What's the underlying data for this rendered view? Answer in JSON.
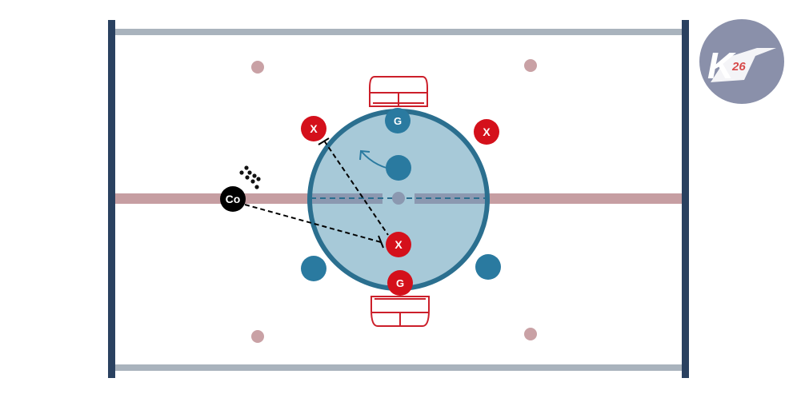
{
  "diagram": {
    "players": {
      "coach": "Co",
      "goalie": "G",
      "attacker": "X"
    },
    "logo": {
      "text": "K",
      "number": "26"
    },
    "colors": {
      "board_line": "#2a4160",
      "blue_line": "#a9b3bd",
      "center_line": "#c69ea2",
      "faceoff_dot": "#c9a1a5",
      "circle_fill": "#a7c9d8",
      "circle_stroke": "#2b6f8f",
      "teal_player": "#2a7aa0",
      "attacker": "#d4101b",
      "goal_outline": "#cc1f2a",
      "coach": "#000000",
      "logo_bg": "#8a90aa",
      "logo_accent": "#d74a4a"
    }
  }
}
